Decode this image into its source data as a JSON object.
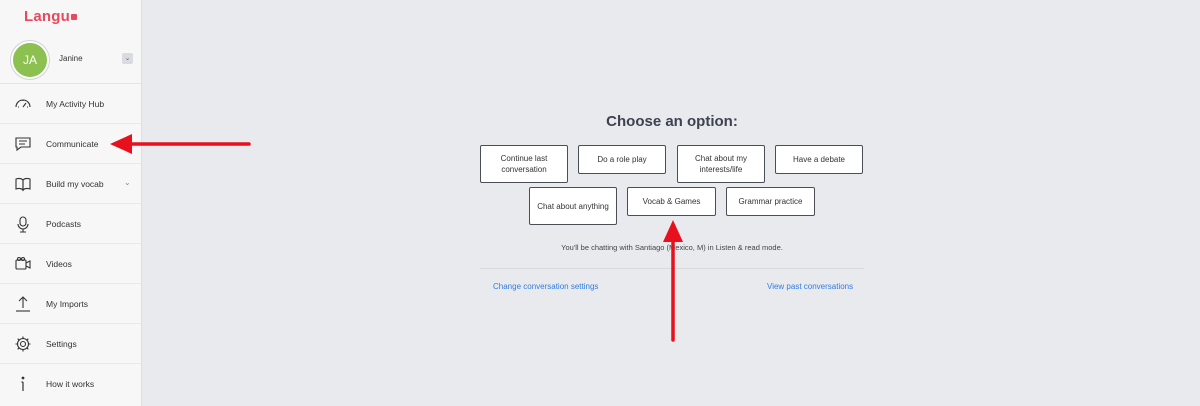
{
  "app": {
    "logo_text": "Langu",
    "brand_color": "#e8495b"
  },
  "user": {
    "initials": "JA",
    "name": "Janine",
    "avatar_color": "#8cc152",
    "menu_icon": "chevron-down-icon"
  },
  "sidebar": {
    "items": [
      {
        "label": "My Activity Hub",
        "icon": "dashboard-gauge-icon"
      },
      {
        "label": "Communicate",
        "icon": "chat-bubble-icon"
      },
      {
        "label": "Build my vocab",
        "icon": "book-icon",
        "has_submenu": true
      },
      {
        "label": "Podcasts",
        "icon": "microphone-icon"
      },
      {
        "label": "Videos",
        "icon": "video-camera-icon"
      },
      {
        "label": "My Imports",
        "icon": "upload-icon"
      },
      {
        "label": "Settings",
        "icon": "gear-icon"
      },
      {
        "label": "How it works",
        "icon": "info-icon"
      }
    ]
  },
  "main": {
    "title": "Choose an option:",
    "options_row1": [
      "Continue last conversation",
      "Do a role play",
      "Chat about my interests/life",
      "Have a debate"
    ],
    "options_row2": [
      "Chat about anything",
      "Vocab & Games",
      "Grammar practice"
    ],
    "info_text": "You'll be chatting with Santiago (Mexico, M) in Listen & read mode.",
    "change_settings_link": "Change conversation settings",
    "past_conversations_link": "View past conversations",
    "link_color": "#2f7de1"
  },
  "annotations": {
    "arrow_color": "#e8101c"
  }
}
